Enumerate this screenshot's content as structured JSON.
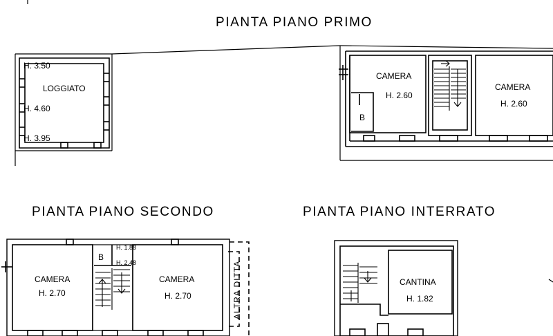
{
  "titles": {
    "primo": "PIANTA PIANO PRIMO",
    "secondo": "PIANTA PIANO SECONDO",
    "interrato": "PIANTA PIANO INTERRATO"
  },
  "primo": {
    "loggiato": {
      "name": "LOGGIATO",
      "heights": [
        "H. 3.50",
        "H. 4.60",
        "H. 3.95"
      ]
    },
    "camera_left": {
      "name": "CAMERA",
      "height": "H. 2.60"
    },
    "camera_right": {
      "name": "CAMERA",
      "height": "H. 2.60"
    },
    "bath": "B"
  },
  "secondo": {
    "camera_left": {
      "name": "CAMERA",
      "height": "H. 2.70"
    },
    "camera_right": {
      "name": "CAMERA",
      "height": "H. 2.70"
    },
    "bath": "B",
    "bath_heights": [
      "H. 1.88",
      "H. 2.48"
    ],
    "neighbor": "ALTRA DITTA"
  },
  "interrato": {
    "cantina": {
      "name": "CANTINA",
      "height": "H. 1.82"
    }
  }
}
